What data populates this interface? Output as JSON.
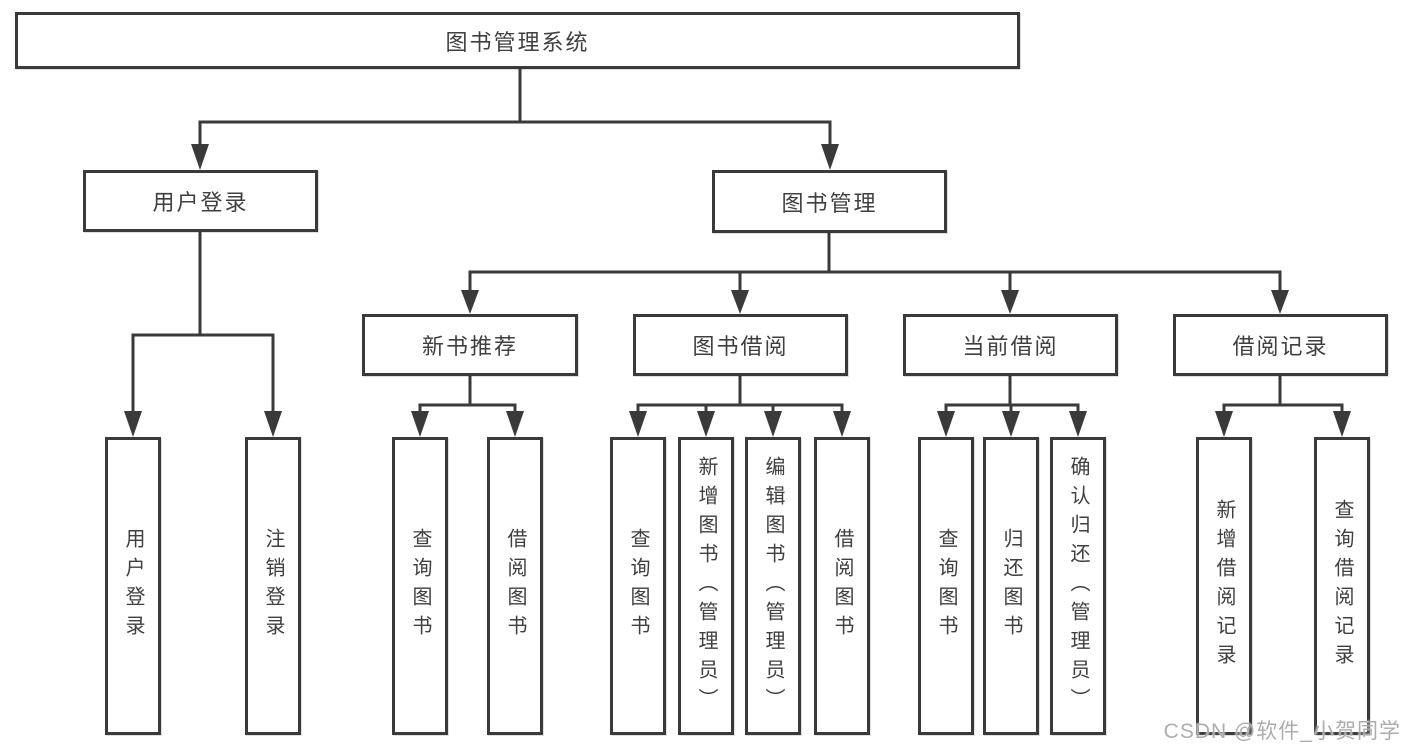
{
  "diagram": {
    "root": {
      "label": "图书管理系统",
      "children": [
        {
          "label": "用户登录",
          "children": [
            {
              "label": "用户登录"
            },
            {
              "label": "注销登录"
            }
          ]
        },
        {
          "label": "图书管理",
          "children": [
            {
              "label": "新书推荐",
              "children": [
                {
                  "label": "查询图书"
                },
                {
                  "label": "借阅图书"
                }
              ]
            },
            {
              "label": "图书借阅",
              "children": [
                {
                  "label": "查询图书"
                },
                {
                  "label": "新增图书（管理员）"
                },
                {
                  "label": "编辑图书（管理员）"
                },
                {
                  "label": "借阅图书"
                }
              ]
            },
            {
              "label": "当前借阅",
              "children": [
                {
                  "label": "查询图书"
                },
                {
                  "label": "归还图书"
                },
                {
                  "label": "确认归还（管理员）"
                }
              ]
            },
            {
              "label": "借阅记录",
              "children": [
                {
                  "label": "新增借阅记录"
                },
                {
                  "label": "查询借阅记录"
                }
              ]
            }
          ]
        }
      ]
    }
  },
  "watermark": "CSDN @软件_小贺同学",
  "colors": {
    "line": "#3a3a3a",
    "text": "#3f3f3f",
    "watermark": "#adadad"
  }
}
